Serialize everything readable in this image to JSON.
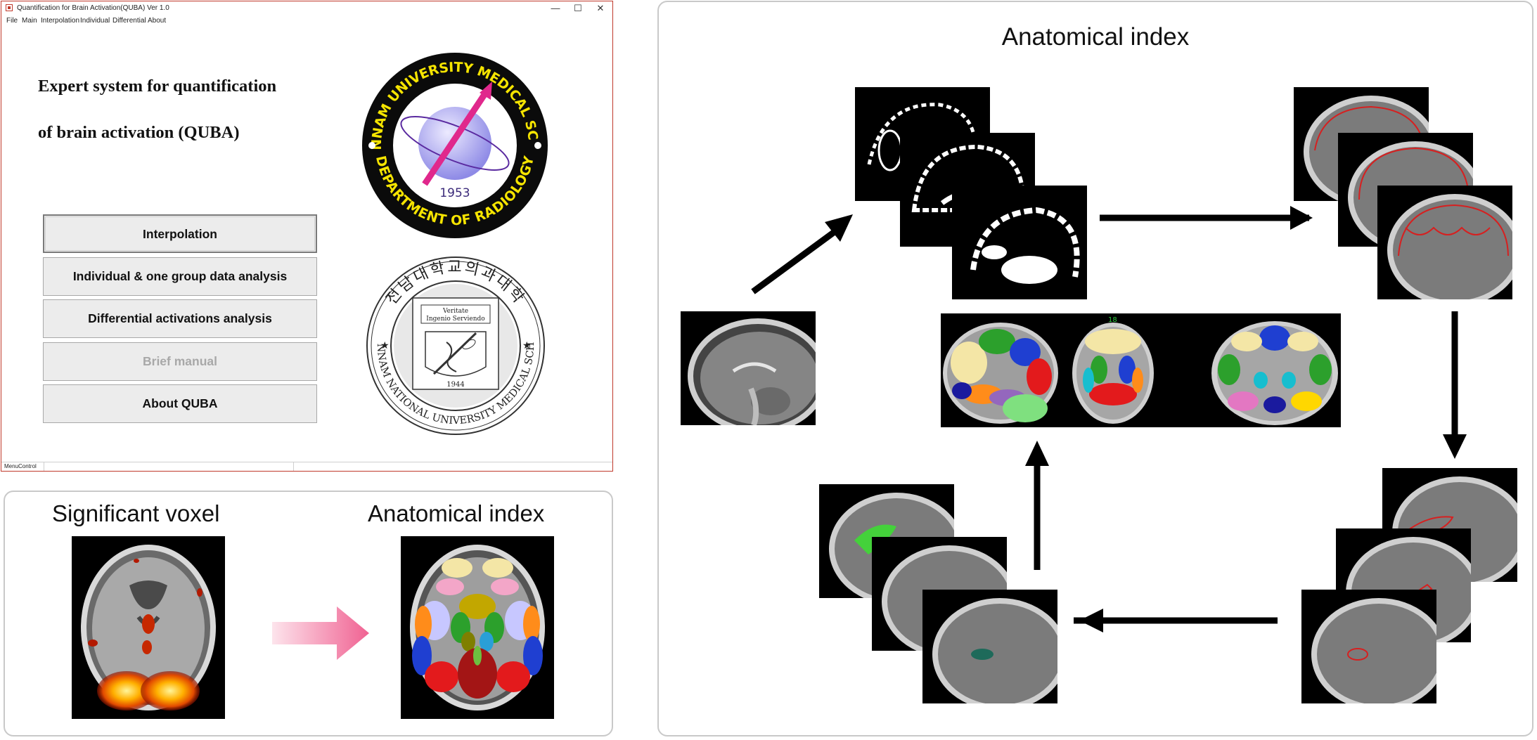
{
  "window": {
    "title": "Quantification for Brain Activation(QUBA)   Ver 1.0",
    "controls": [
      "—",
      "☐",
      "✕"
    ],
    "menu": [
      "File",
      "Main",
      "Interpolation",
      "Individual",
      "Differential",
      "About"
    ],
    "heading_line1": "Expert system for quantification",
    "heading_line2": "of brain activation (QUBA)",
    "buttons": [
      {
        "label": "Interpolation"
      },
      {
        "label": "Individual & one group data analysis"
      },
      {
        "label": "Differential activations analysis"
      },
      {
        "label": "Brief manual",
        "disabled": true
      },
      {
        "label": "About QUBA"
      }
    ],
    "status": "MenuControl"
  },
  "logo_radiology": {
    "ring_text_top": "CHONNAM UNIVERSITY MEDICAL SCHOOL",
    "ring_text_bottom": "DEPARTMENT OF RADIOLOGY",
    "year": "1953",
    "ring_color": "#0b0b0b",
    "text_color": "#f5e400",
    "sphere_color": "#b9b7f5"
  },
  "logo_school": {
    "korean_text": "전남대학교의과대학",
    "ring_text_bottom": "CHONNAM NATIONAL UNIVERSITY MEDICAL SCHOOL",
    "motto": [
      "Veritate",
      "Ingenio Serviendo"
    ],
    "year": "1944"
  },
  "significance_panel": {
    "left_title": "Significant voxel",
    "right_title": "Anatomical index",
    "arrow_color": "#f06292"
  },
  "workflow_panel": {
    "title": "Anatomical index",
    "slice_label": "18"
  }
}
